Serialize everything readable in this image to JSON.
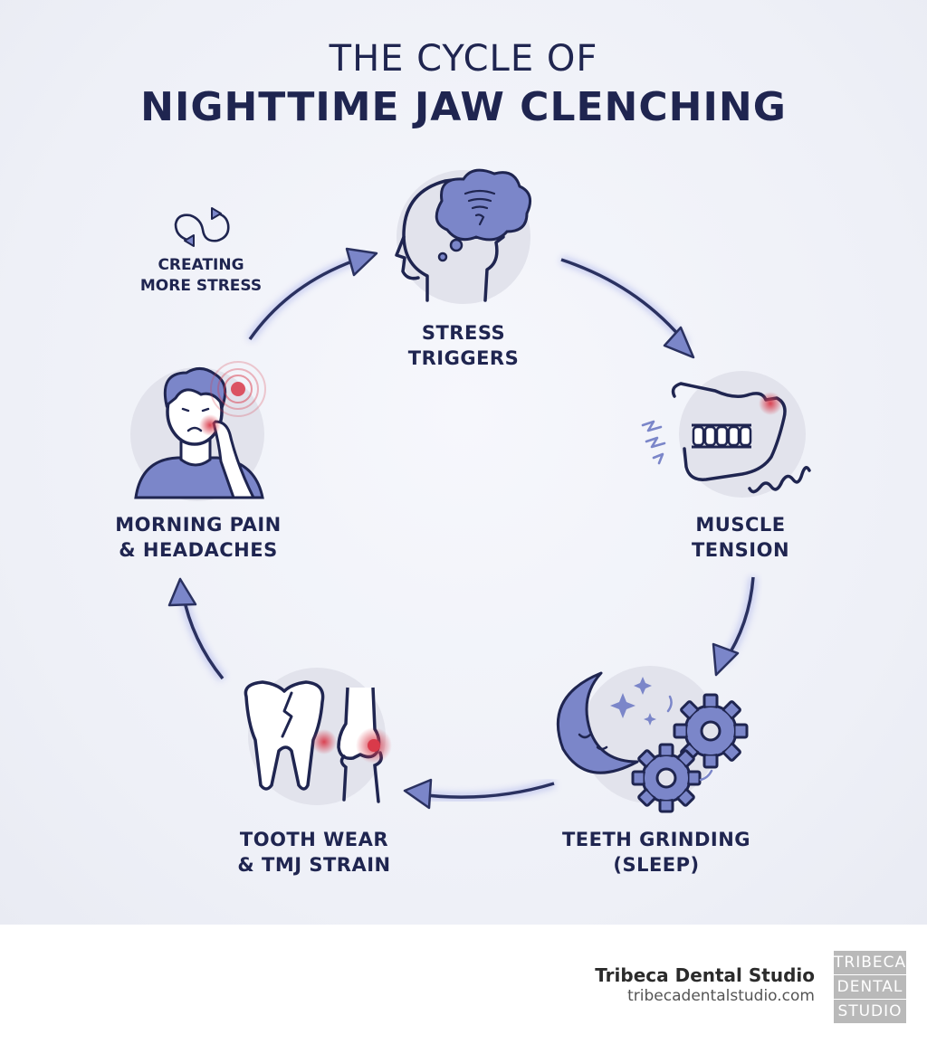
{
  "title": {
    "line1": "THE CYCLE OF",
    "line2": "NIGHTTIME JAW CLENCHING"
  },
  "stages": [
    {
      "line1": "STRESS",
      "line2": "TRIGGERS",
      "icon": "stressed-head-icon"
    },
    {
      "line1": "MUSCLE",
      "line2": "TENSION",
      "icon": "tense-jaw-icon"
    },
    {
      "line1": "TEETH GRINDING",
      "line2": "(SLEEP)",
      "icon": "moon-gears-icon"
    },
    {
      "line1": "TOOTH WEAR",
      "line2": "& TMJ STRAIN",
      "icon": "cracked-tooth-joint-icon"
    },
    {
      "line1": "MORNING PAIN",
      "line2": "& HEADACHES",
      "icon": "aching-person-icon"
    }
  ],
  "loop_note": {
    "line1": "CREATING",
    "line2": "MORE STRESS",
    "icon": "loop-arrows-icon"
  },
  "footer": {
    "brand_name": "Tribeca Dental Studio",
    "brand_url": "tribecadentalstudio.com",
    "logo_lines": [
      "TRIBECA",
      "DENTAL",
      "STUDIO"
    ]
  },
  "colors": {
    "navy": "#1f2550",
    "arrow": "#2a3160",
    "icon_fill": "#7b86c9",
    "pain_red": "#d93a4a",
    "circle_bg": "#e2e3ec"
  }
}
